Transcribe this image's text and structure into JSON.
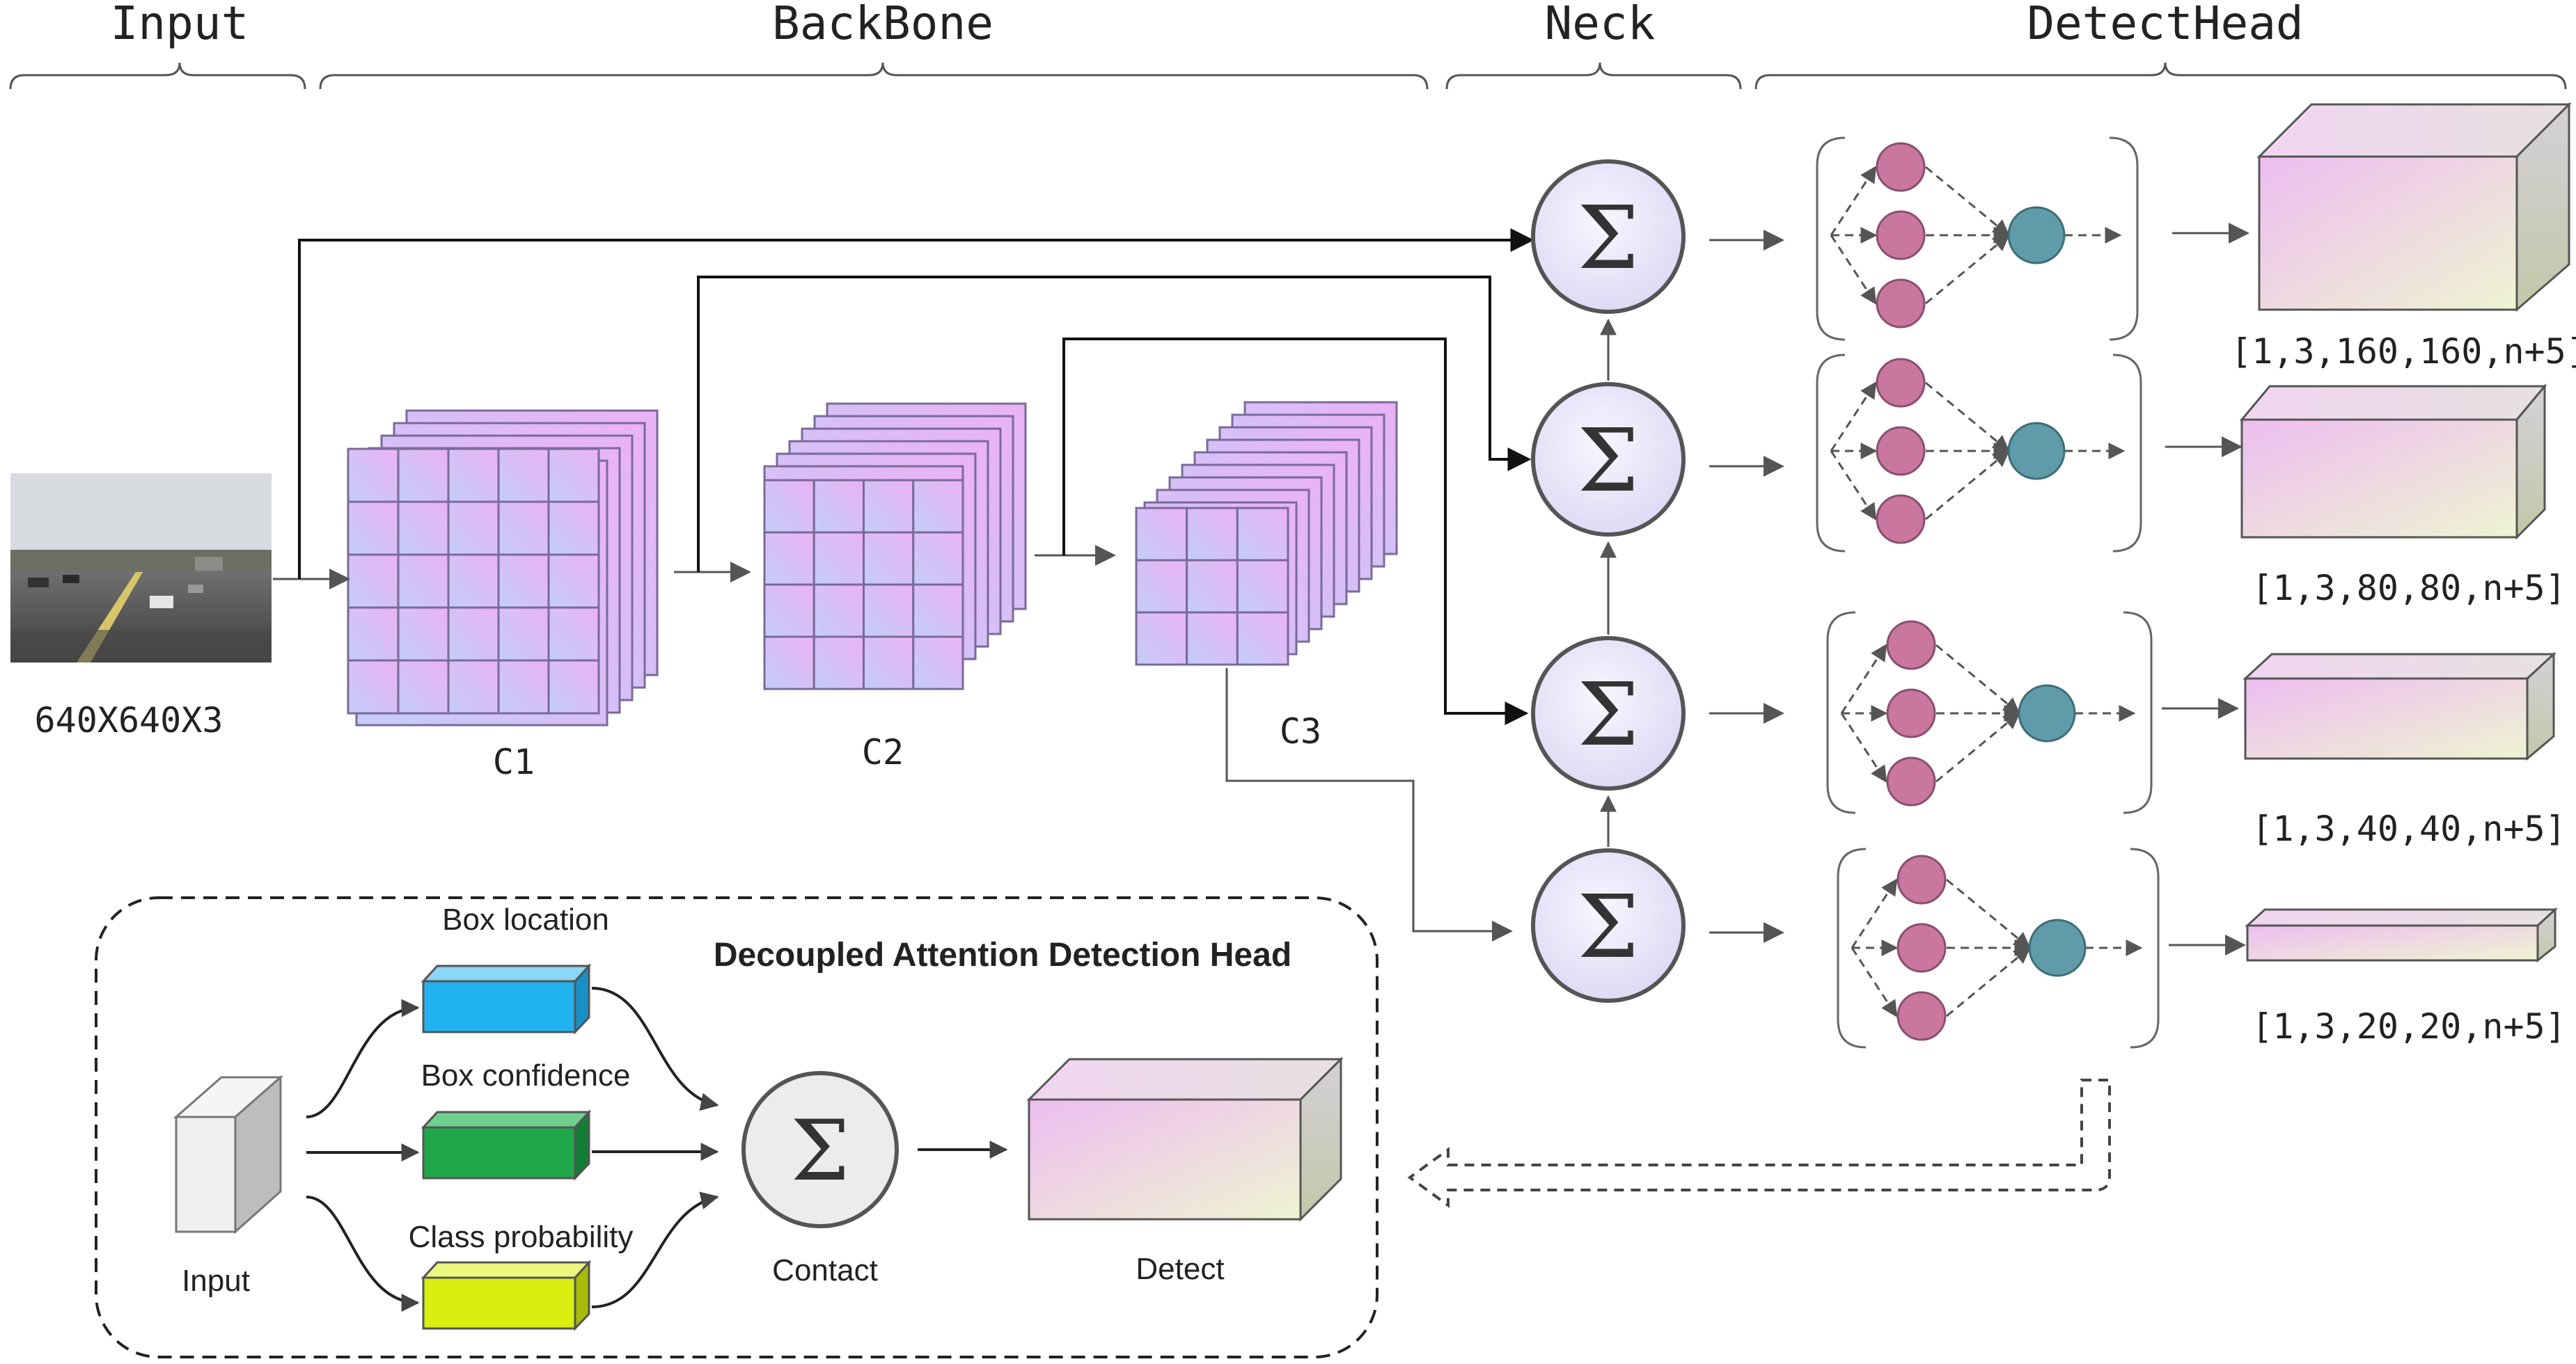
{
  "stages": {
    "input": "Input",
    "backbone": "BackBone",
    "neck": "Neck",
    "detect_head": "DetectHead"
  },
  "input_dim": "640X640X3",
  "backbone_layers": {
    "c1": "C1",
    "c2": "C2",
    "c3": "C3"
  },
  "neck_symbol": "Σ",
  "outputs": [
    "[1,3,160,160,n+5]",
    "[1,3,80,80,n+5]",
    "[1,3,40,40,n+5]",
    "[1,3,20,20,n+5]"
  ],
  "head_detail": {
    "title": "Decoupled Attention Detection Head",
    "box_location": "Box location",
    "box_confidence": "Box confidence",
    "class_probability": "Class probability",
    "input": "Input",
    "contact": "Contact",
    "detect": "Detect"
  },
  "colors": {
    "grid_pink": "#e8b4f4",
    "grid_blue": "#c3cdf7",
    "neuron_pink": "#c9779e",
    "neuron_teal": "#5f9ba9",
    "box_location": "#21b2f0",
    "box_confidence": "#1fa84a",
    "class_probability": "#d9ef12"
  }
}
